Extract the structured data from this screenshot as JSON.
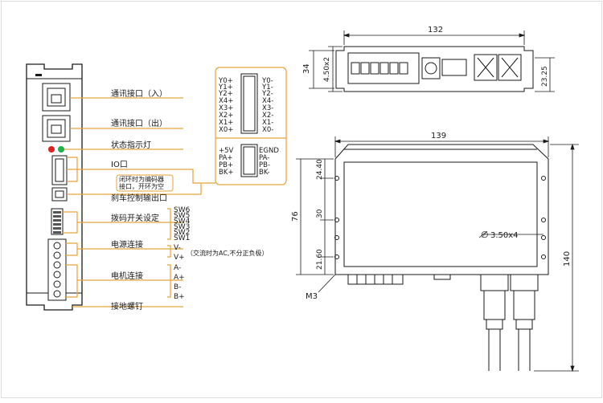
{
  "labels": {
    "comm_in": "通讯接口（入）",
    "comm_out": "通讯接口（出）",
    "status_led": "状态指示灯",
    "io": "IO口",
    "brake_note_1": "闭环时为编码器",
    "brake_note_2": "接口，开环为空",
    "brake": "刹车控制输出口",
    "dip": "拨码开关设定",
    "power": "电源连接",
    "power_note": "（交流时为AC,不分正负极）",
    "motor": "电机连接",
    "ground": "接地螺钉"
  },
  "dip_switches": [
    "SW6",
    "SW5",
    "SW4",
    "SW3",
    "SW2",
    "SW1"
  ],
  "power_pins": [
    "V-",
    "V+"
  ],
  "motor_pins": [
    "A-",
    "A+",
    "B-",
    "B+"
  ],
  "io_pins_left": [
    "Y0+",
    "Y1+",
    "Y2+",
    "X4+",
    "X3+",
    "X2+",
    "X1+",
    "X0+"
  ],
  "io_pins_right": [
    "Y0-",
    "Y1-",
    "Y2-",
    "X4-",
    "X3-",
    "X2-",
    "X1-",
    "X0-"
  ],
  "brake_pins_left": [
    "+5V",
    "PA+",
    "PB+",
    "BK+"
  ],
  "brake_pins_right": [
    "EGND",
    "PA-",
    "PB-",
    "BK-"
  ],
  "dims": {
    "top_width": "132",
    "top_height": "34",
    "top_hole": "4.50x2",
    "top_right": "23.25",
    "main_width": "139",
    "left_total": "76",
    "left_top": "24.40",
    "left_mid": "30",
    "left_bot": "21.60",
    "right_total": "140",
    "hole": "3.50x4",
    "screw": "M3"
  },
  "colors": {
    "accent": "#e8a33a",
    "line": "#1a1a1a",
    "led_red": "#e02020",
    "led_green": "#22b04a"
  }
}
